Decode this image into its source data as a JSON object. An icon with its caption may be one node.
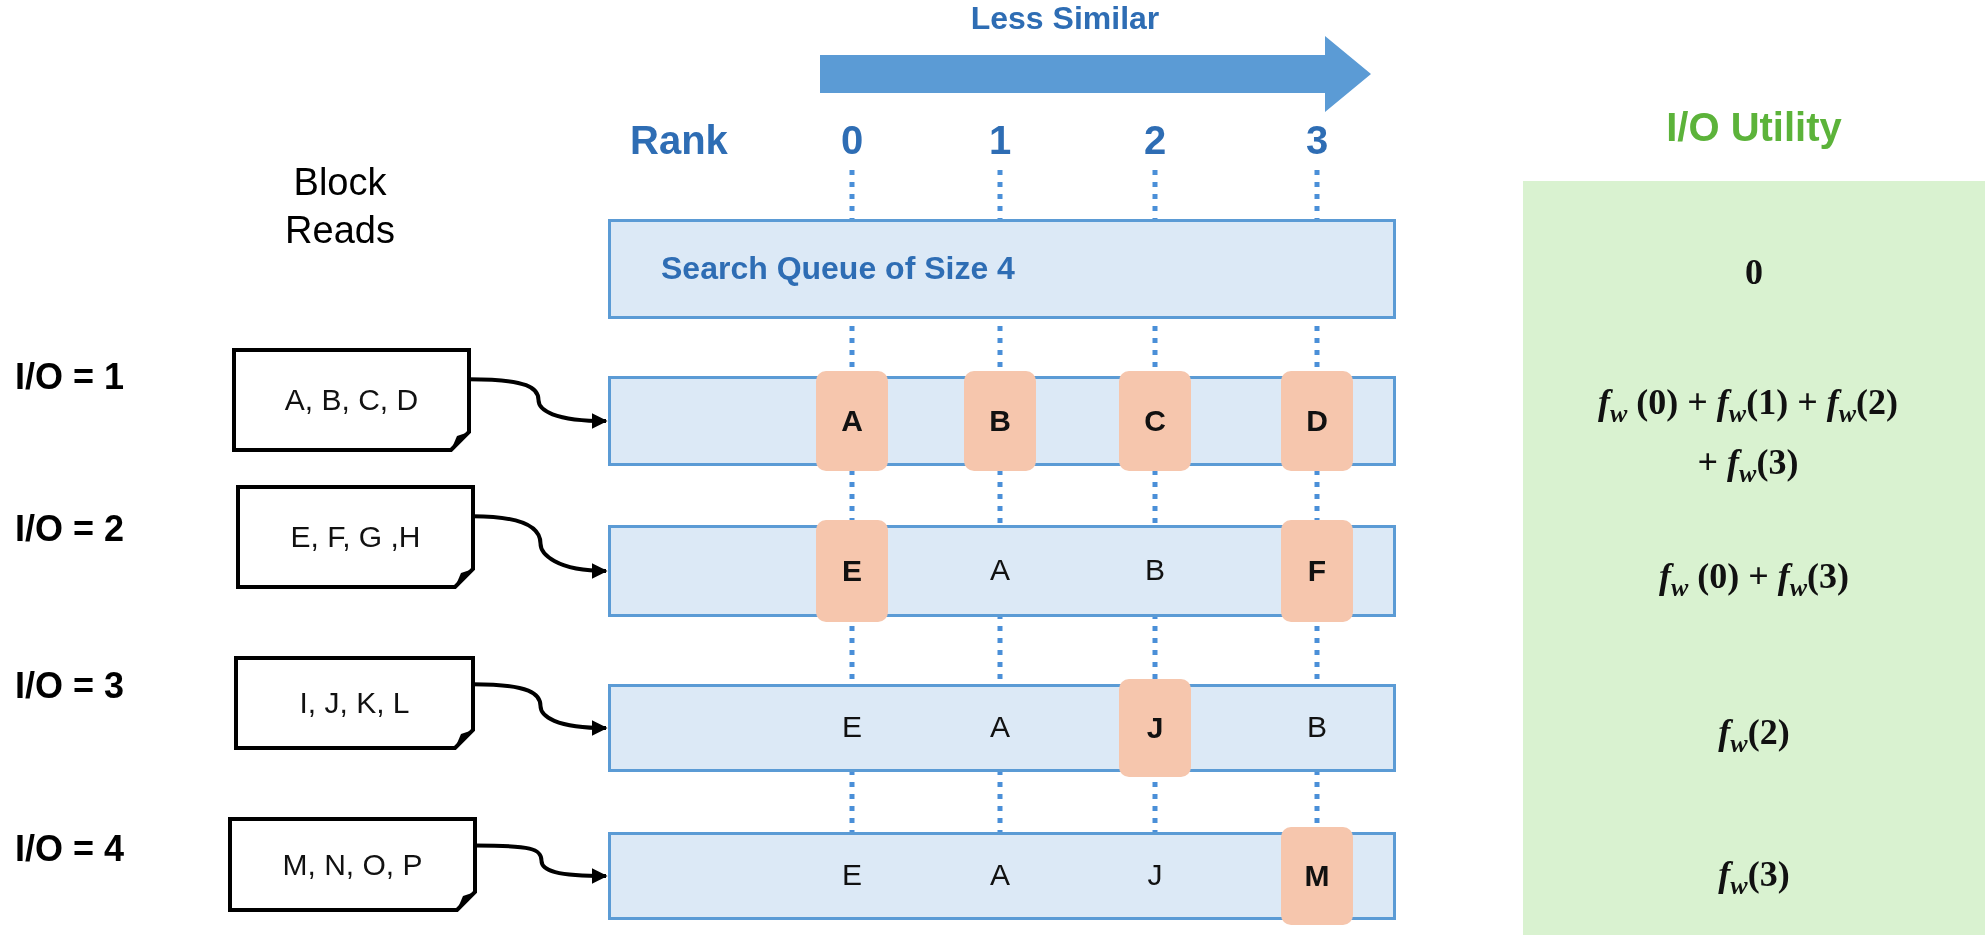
{
  "diagram": {
    "nodes": [
      {
        "text": [
          "I/O Utility",
          "0",
          "*f*$_{w}$ (0) + *f*$_{w}$(1) + *f*$_{w}$(2) + *f*$_{w}$(3)",
          "*f*$_{w}$ (0) + *f*$_{w}$(3)",
          "*f*$_{w}$(2)",
          "*f*$_{w}$(3)"
        ]
      },
      {
        "text": [
          "Search Queue of Size 4"
        ]
      },
      {
        "text": [
          "A, B, C, D"
        ]
      },
      {
        "text": [],
        "shape": "bar"
      },
      {
        "text": [
          "A"
        ],
        "in": 3
      },
      {
        "text": [
          "B"
        ],
        "in": 3
      },
      {
        "text": [
          "C"
        ],
        "in": 3
      },
      {
        "text": [
          "D"
        ],
        "in": 3
      },
      {
        "text": [
          "E, F, G ,H"
        ]
      },
      {
        "text": [
          "A",
          "B"
        ]
      },
      {
        "text": [
          "E"
        ],
        "in": 9
      },
      {
        "text": [
          "F"
        ],
        "in": 9
      },
      {
        "text": [
          "I, J, K, L"
        ]
      },
      {
        "text": [
          "E",
          "A",
          "B"
        ]
      },
      {
        "text": [
          "J"
        ],
        "in": 13
      },
      {
        "text": [
          "M, N, O, P"
        ]
      },
      {
        "text": [
          "E",
          "A",
          "J"
        ]
      },
      {
        "text": [
          "M"
        ],
        "in": 16
      }
    ],
    "edges": [
      {
        "from": 2,
        "to": 3,
        "arrow": "to"
      },
      {
        "from": 8,
        "to": 9,
        "arrow": "to"
      },
      {
        "from": 12,
        "to": 13,
        "arrow": "to"
      },
      {
        "from": 15,
        "to": 16,
        "arrow": "to"
      }
    ],
    "labels": [
      "Less Similar",
      "Rank",
      "0",
      "1",
      "2",
      "3",
      "Block Reads",
      "I/O = 1",
      "I/O = 2",
      "I/O = 3",
      "I/O = 4"
    ]
  }
}
